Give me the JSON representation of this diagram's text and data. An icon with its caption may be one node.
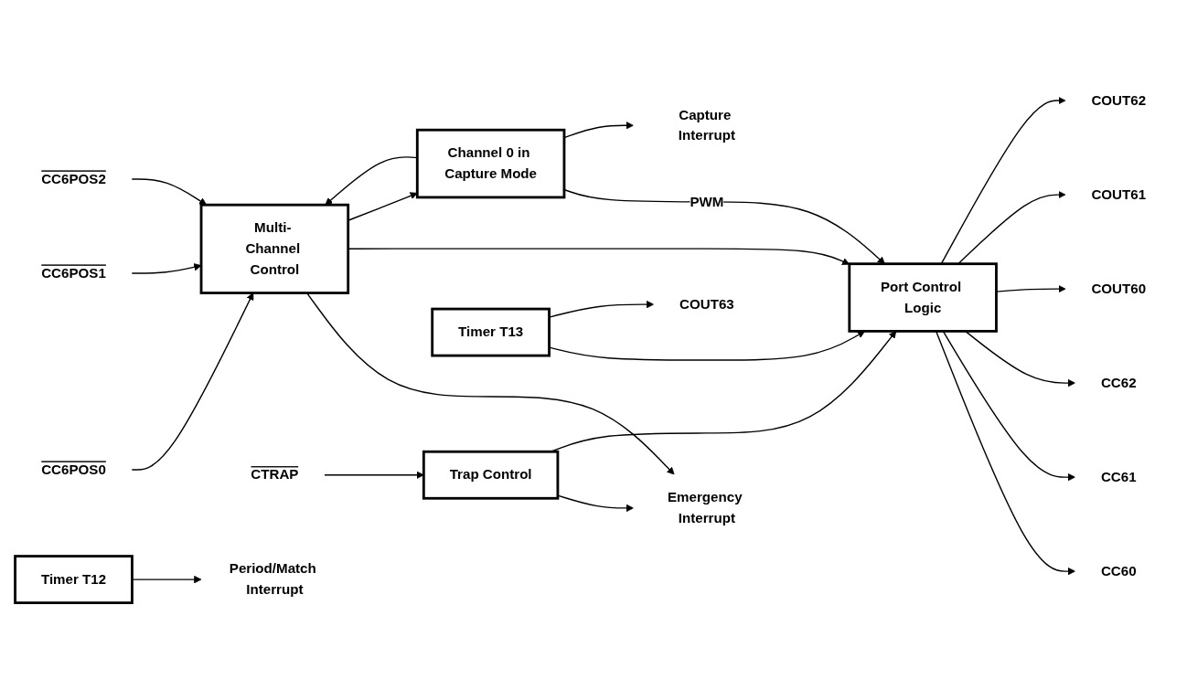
{
  "diagram": {
    "nodes": [
      {
        "text": [
          "CC6POS0"
        ]
      },
      {
        "text": [
          "CC6POS1"
        ]
      },
      {
        "text": [
          "CC6POS2"
        ]
      },
      {
        "text": [
          "Multi- Channel Control"
        ]
      },
      {
        "text": [
          "Emergency Interrupt"
        ]
      },
      {
        "text": [
          "Trap Control"
        ]
      },
      {
        "text": [
          "CTRAP"
        ]
      },
      {
        "text": [
          "Port Control Logic"
        ]
      },
      {
        "text": [
          "CC60"
        ]
      },
      {
        "text": [
          "CC61"
        ]
      },
      {
        "text": [
          "CC62"
        ]
      },
      {
        "text": [
          "COUT60"
        ]
      },
      {
        "text": [
          "COUT61"
        ]
      },
      {
        "text": [
          "COUT62"
        ]
      },
      {
        "text": [
          "Timer T12"
        ]
      },
      {
        "text": [
          "Channel 0 in Capture Mode"
        ]
      },
      {
        "text": [
          "Capture Interrupt"
        ]
      },
      {
        "text": [
          "Period/Match Interrupt"
        ]
      },
      {
        "text": [
          "Timer T13"
        ]
      },
      {
        "text": [
          "COUT63"
        ]
      }
    ],
    "edges": [
      {
        "from": 0,
        "to": 3,
        "arrow": "to"
      },
      {
        "from": 1,
        "to": 3,
        "arrow": "to"
      },
      {
        "from": 2,
        "to": 3,
        "arrow": "to"
      },
      {
        "from": 3,
        "to": 4,
        "arrow": "to"
      },
      {
        "from": 5,
        "to": 4,
        "arrow": "to"
      },
      {
        "from": 6,
        "to": 5,
        "arrow": "to"
      },
      {
        "from": 5,
        "to": 7,
        "arrow": "to"
      },
      {
        "from": 3,
        "to": 7,
        "arrow": "to"
      },
      {
        "from": 7,
        "to": 8,
        "arrow": "to"
      },
      {
        "from": 7,
        "to": 9,
        "arrow": "to"
      },
      {
        "from": 7,
        "to": 10,
        "arrow": "to"
      },
      {
        "from": 7,
        "to": 11,
        "arrow": "to"
      },
      {
        "from": 7,
        "to": 12,
        "arrow": "to"
      },
      {
        "from": 7,
        "to": 13,
        "arrow": "to"
      },
      {
        "from": 3,
        "to": 15,
        "arrow": "to"
      },
      {
        "from": 15,
        "to": 3,
        "arrow": "to"
      },
      {
        "from": 15,
        "to": 7,
        "arrow": "to",
        "label": "PWM"
      },
      {
        "from": 15,
        "to": 16,
        "arrow": "to"
      },
      {
        "from": 14,
        "to": 17,
        "arrow": "to"
      },
      {
        "from": 18,
        "to": 7,
        "arrow": "to"
      },
      {
        "from": 18,
        "to": 19,
        "arrow": "to"
      }
    ]
  }
}
